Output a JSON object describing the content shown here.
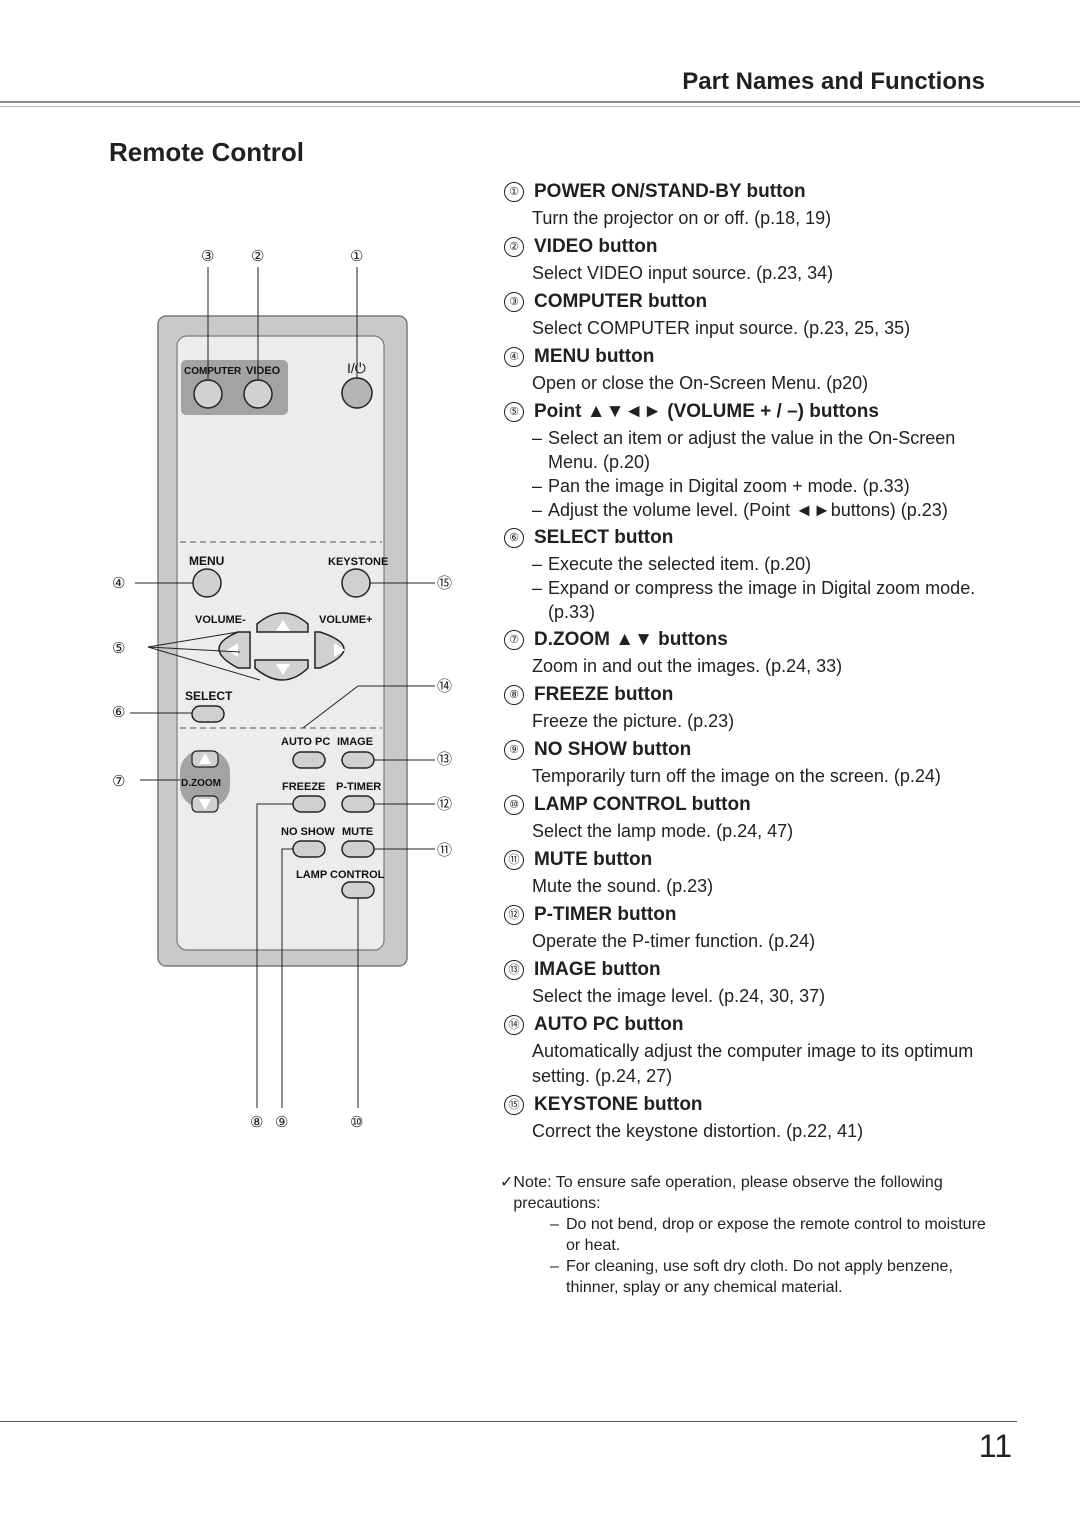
{
  "header": {
    "section": "Part Names and Functions"
  },
  "title": "Remote Control",
  "remote": {
    "labels": {
      "computer": "COMPUTER",
      "video": "VIDEO",
      "power": "I/⏻",
      "menu": "MENU",
      "keystone": "KEYSTONE",
      "volume_minus": "VOLUME-",
      "volume_plus": "VOLUME+",
      "select": "SELECT",
      "auto_pc": "AUTO PC",
      "image": "IMAGE",
      "dzoom": "D.ZOOM",
      "freeze": "FREEZE",
      "ptimer": "P-TIMER",
      "noshow": "NO SHOW",
      "mute": "MUTE",
      "lamp_control": "LAMP CONTROL"
    },
    "callouts": {
      "c1": "①",
      "c2": "②",
      "c3": "③",
      "c4": "④",
      "c5": "⑤",
      "c6": "⑥",
      "c7": "⑦",
      "c8": "⑧",
      "c9": "⑨",
      "c10": "⑩",
      "c11": "⑪",
      "c12": "⑫",
      "c13": "⑬",
      "c14": "⑭",
      "c15": "⑮"
    }
  },
  "items": [
    {
      "num": "①",
      "title": "POWER ON/STAND-BY button",
      "desc": "Turn the projector on or off. (p.18, 19)"
    },
    {
      "num": "②",
      "title": "VIDEO button",
      "desc": "Select VIDEO input source. (p.23, 34)"
    },
    {
      "num": "③",
      "title": "COMPUTER button",
      "desc": "Select COMPUTER input source. (p.23, 25, 35)"
    },
    {
      "num": "④",
      "title": "MENU button",
      "desc": "Open or close the On-Screen Menu. (p20)"
    },
    {
      "num": "⑤",
      "title": "Point ▲▼◄► (VOLUME + / –) buttons",
      "subs": [
        "Select an item or adjust the value in the On-Screen Menu. (p.20)",
        "Pan the image in Digital zoom + mode. (p.33)",
        "Adjust the volume level. (Point ◄►buttons) (p.23)"
      ]
    },
    {
      "num": "⑥",
      "title": "SELECT button",
      "subs": [
        "Execute the selected item. (p.20)",
        "Expand or compress the image in Digital zoom mode. (p.33)"
      ]
    },
    {
      "num": "⑦",
      "title": "D.ZOOM ▲▼ buttons",
      "desc": "Zoom in and out the images. (p.24, 33)"
    },
    {
      "num": "⑧",
      "title": "FREEZE button",
      "desc": "Freeze the picture. (p.23)"
    },
    {
      "num": "⑨",
      "title": "NO SHOW button",
      "desc": "Temporarily turn off the image on the screen. (p.24)"
    },
    {
      "num": "⑩",
      "title": "LAMP CONTROL button",
      "desc": "Select the lamp mode. (p.24, 47)"
    },
    {
      "num": "⑪",
      "title": "MUTE button",
      "desc": "Mute the sound. (p.23)"
    },
    {
      "num": "⑫",
      "title": "P-TIMER button",
      "desc": "Operate the P-timer function. (p.24)"
    },
    {
      "num": "⑬",
      "title": "IMAGE button",
      "desc": "Select the image level. (p.24, 30, 37)"
    },
    {
      "num": "⑭",
      "title": "AUTO PC button",
      "desc": "Automatically adjust the computer image to its optimum setting. (p.24, 27)"
    },
    {
      "num": "⑮",
      "title": "KEYSTONE button",
      "desc": "Correct the keystone distortion. (p.22, 41)"
    }
  ],
  "note": {
    "check": "✓",
    "intro": "Note: To ensure safe operation, please observe the following precautions:",
    "subs": [
      "Do not bend, drop or expose the remote control to moisture or heat.",
      "For cleaning, use soft dry cloth. Do not apply benzene, thinner, splay or any chemical material."
    ]
  },
  "page_number": "11"
}
